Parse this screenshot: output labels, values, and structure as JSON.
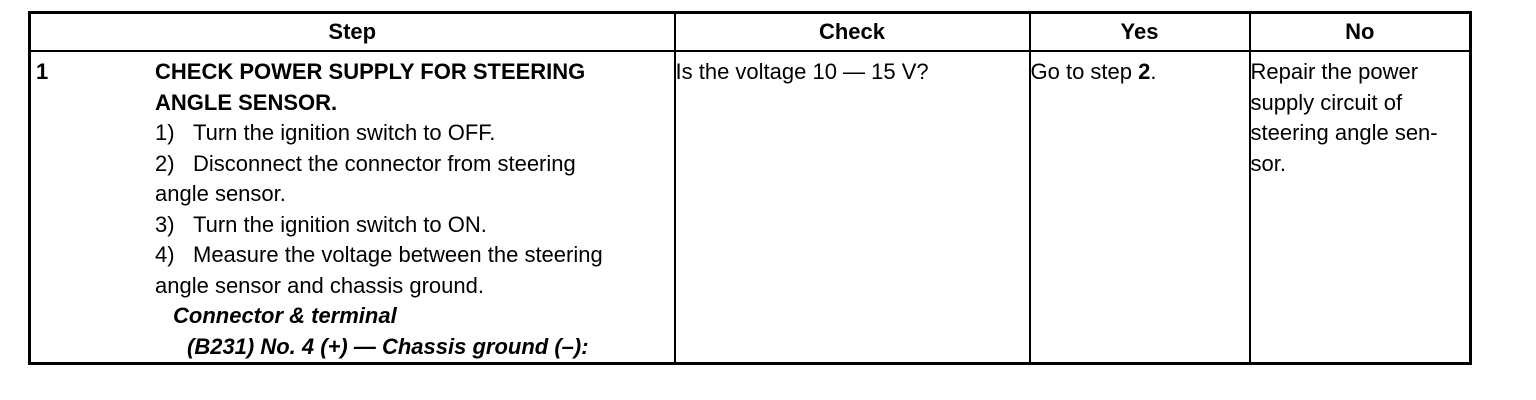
{
  "table": {
    "headers": {
      "step": "Step",
      "check": "Check",
      "yes": "Yes",
      "no": "No"
    },
    "rows": [
      {
        "number": "1",
        "title_line1": "CHECK POWER SUPPLY FOR STEERING",
        "title_line2": "ANGLE SENSOR.",
        "substeps": [
          {
            "n": "1)",
            "line1": "Turn the ignition switch to OFF.",
            "line2": ""
          },
          {
            "n": "2)",
            "line1": "Disconnect the connector from steering",
            "line2": "angle sensor."
          },
          {
            "n": "3)",
            "line1": "Turn the ignition switch to ON.",
            "line2": ""
          },
          {
            "n": "4)",
            "line1": "Measure the voltage between the steering",
            "line2": "angle sensor and chassis ground."
          }
        ],
        "connector_label": "Connector & terminal",
        "connector_value": "(B231) No. 4 (+) — Chassis ground (–):",
        "check": "Is the voltage 10 — 15 V?",
        "yes_prefix": "Go to step ",
        "yes_step": "2",
        "yes_suffix": ".",
        "no_lines": [
          "Repair the power",
          "supply circuit of",
          "steering angle sen-",
          "sor."
        ]
      }
    ]
  }
}
